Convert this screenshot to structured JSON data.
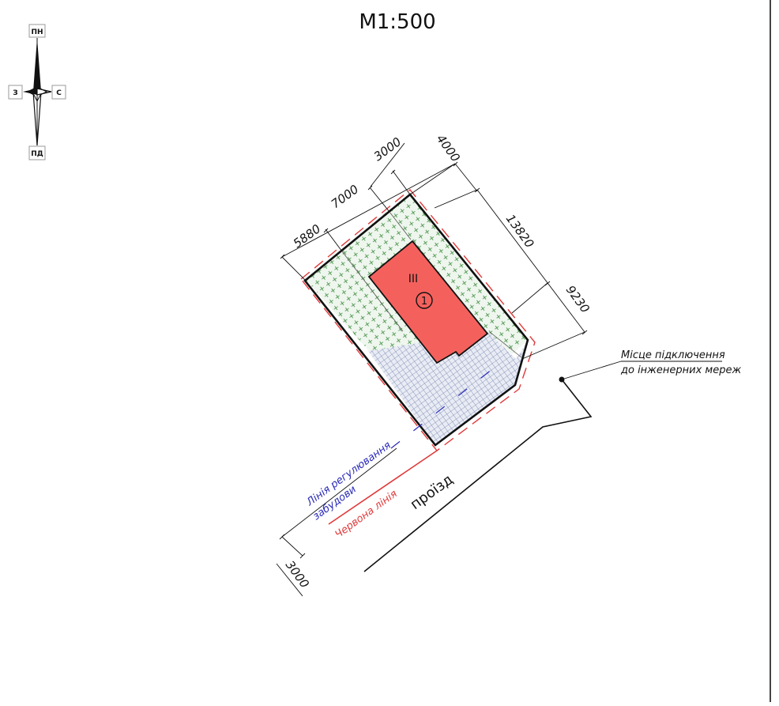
{
  "title": "M1:500",
  "compass": {
    "north": "ПН",
    "south": "ПД",
    "west": "З",
    "east": "С"
  },
  "dimensions": {
    "d_5880": "5880",
    "d_7000": "7000",
    "d_3000_top": "3000",
    "d_4000": "4000",
    "d_13820": "13820",
    "d_9230": "9230",
    "d_3000_bottom": "3000"
  },
  "building": {
    "floors_label": "III",
    "number_label": "1"
  },
  "labels": {
    "regulation_line_1": "Лінія регулювання",
    "regulation_line_2": "забудови",
    "red_line": "Червона лінія",
    "road": "проїзд",
    "connection_1": "Місце підключення",
    "connection_2": "до інженерних мереж"
  },
  "colors": {
    "building_fill": "#f4615d",
    "green_hatch": "#3a8a3a",
    "blue_hatch": "#6a7aa8",
    "red_line": "#e03a3a",
    "blue_line": "#2a2ab8"
  }
}
